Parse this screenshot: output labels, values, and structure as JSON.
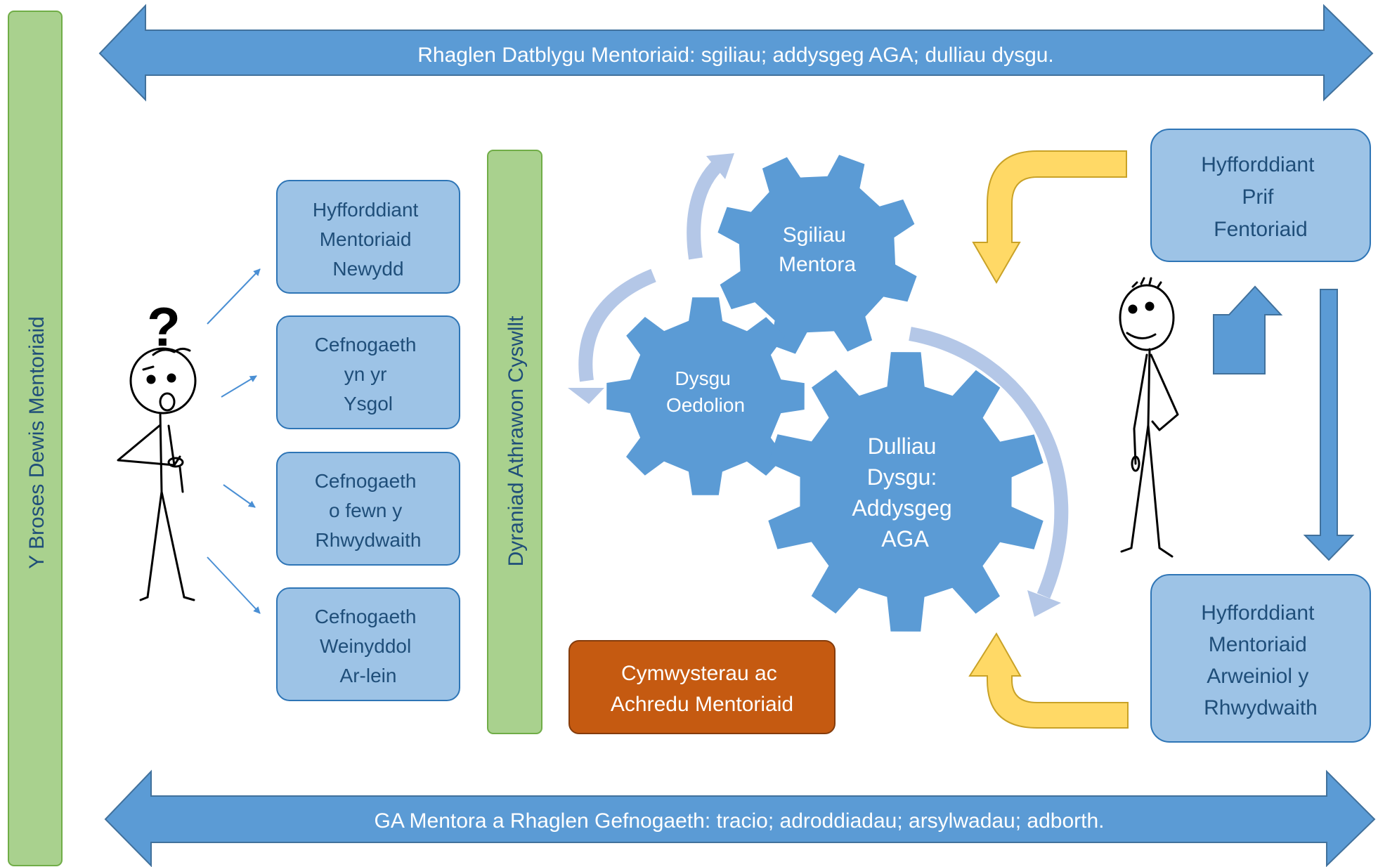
{
  "top_banner": {
    "text": "Rhaglen Datblygu Mentoriaid: sgiliau; addysgeg AGA; dulliau dysgu."
  },
  "bottom_banner": {
    "text": "GA Mentora a Rhaglen Gefnogaeth: tracio; adroddiadau; arsylwadau; adborth."
  },
  "left_bar": {
    "text": "Y Broses Dewis Mentoriaid"
  },
  "middle_bar": {
    "text": "Dyraniad Athrawon Cyswllt"
  },
  "support_boxes": [
    {
      "lines": [
        "Hyfforddiant",
        "Mentoriaid",
        "Newydd"
      ]
    },
    {
      "lines": [
        "Cefnogaeth",
        "yn yr",
        "Ysgol"
      ]
    },
    {
      "lines": [
        "Cefnogaeth",
        "o fewn y",
        "Rhwydwaith"
      ]
    },
    {
      "lines": [
        "Cefnogaeth",
        "Weinyddol",
        "Ar-lein"
      ]
    }
  ],
  "gears": {
    "skills": {
      "lines": [
        "Sgiliau",
        "Mentora"
      ]
    },
    "adult": {
      "lines": [
        "Dysgu",
        "Oedolion"
      ]
    },
    "methods": {
      "lines": [
        "Dulliau",
        "Dysgu:",
        "Addysgeg",
        "AGA"
      ]
    }
  },
  "qualification_box": {
    "lines": [
      "Cymwysterau ac",
      "Achredu Mentoriaid"
    ]
  },
  "lead_boxes": [
    {
      "lines": [
        "Hyfforddiant",
        "Prif",
        "Fentoriaid"
      ]
    },
    {
      "lines": [
        "Hyfforddiant",
        "Mentoriaid",
        "Arweiniol y",
        "Rhwydwaith"
      ]
    }
  ],
  "figures": {
    "question_mark": "?"
  },
  "colors": {
    "arrow_blue": "#5b9bd5",
    "arrow_blue_stroke": "#41719c",
    "box_blue": "#9dc3e6",
    "box_border": "#2e75b6",
    "box_text": "#1f4e79",
    "bar_green": "#a9d18e",
    "bar_green_stroke": "#70ad47",
    "orange": "#c55a11",
    "yellow": "#ffd966",
    "light_arc": "#b4c7e7"
  }
}
